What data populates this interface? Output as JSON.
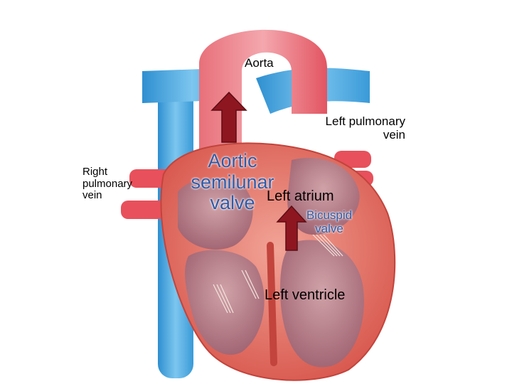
{
  "labels": {
    "aorta": "Aorta",
    "left_pulmonary_vein": [
      "Left pulmonary",
      "vein"
    ],
    "right_pulmonary_vein": [
      "Right",
      "pulmonary",
      "vein"
    ],
    "aortic_semilunar_valve": [
      "Aortic",
      "semilunar",
      "valve"
    ],
    "left_atrium": "Left atrium",
    "bicuspid_valve": [
      "Bicuspid",
      "valve"
    ],
    "left_ventricle": "Left ventricle"
  },
  "colors": {
    "vessel_blue": "#4aa8dd",
    "vessel_red": "#e8505b",
    "heart_muscle": "#e0766a",
    "chamber_inner": "#b8808a",
    "arrow": "#8e1620",
    "valve_label": "#2f5aa8"
  }
}
